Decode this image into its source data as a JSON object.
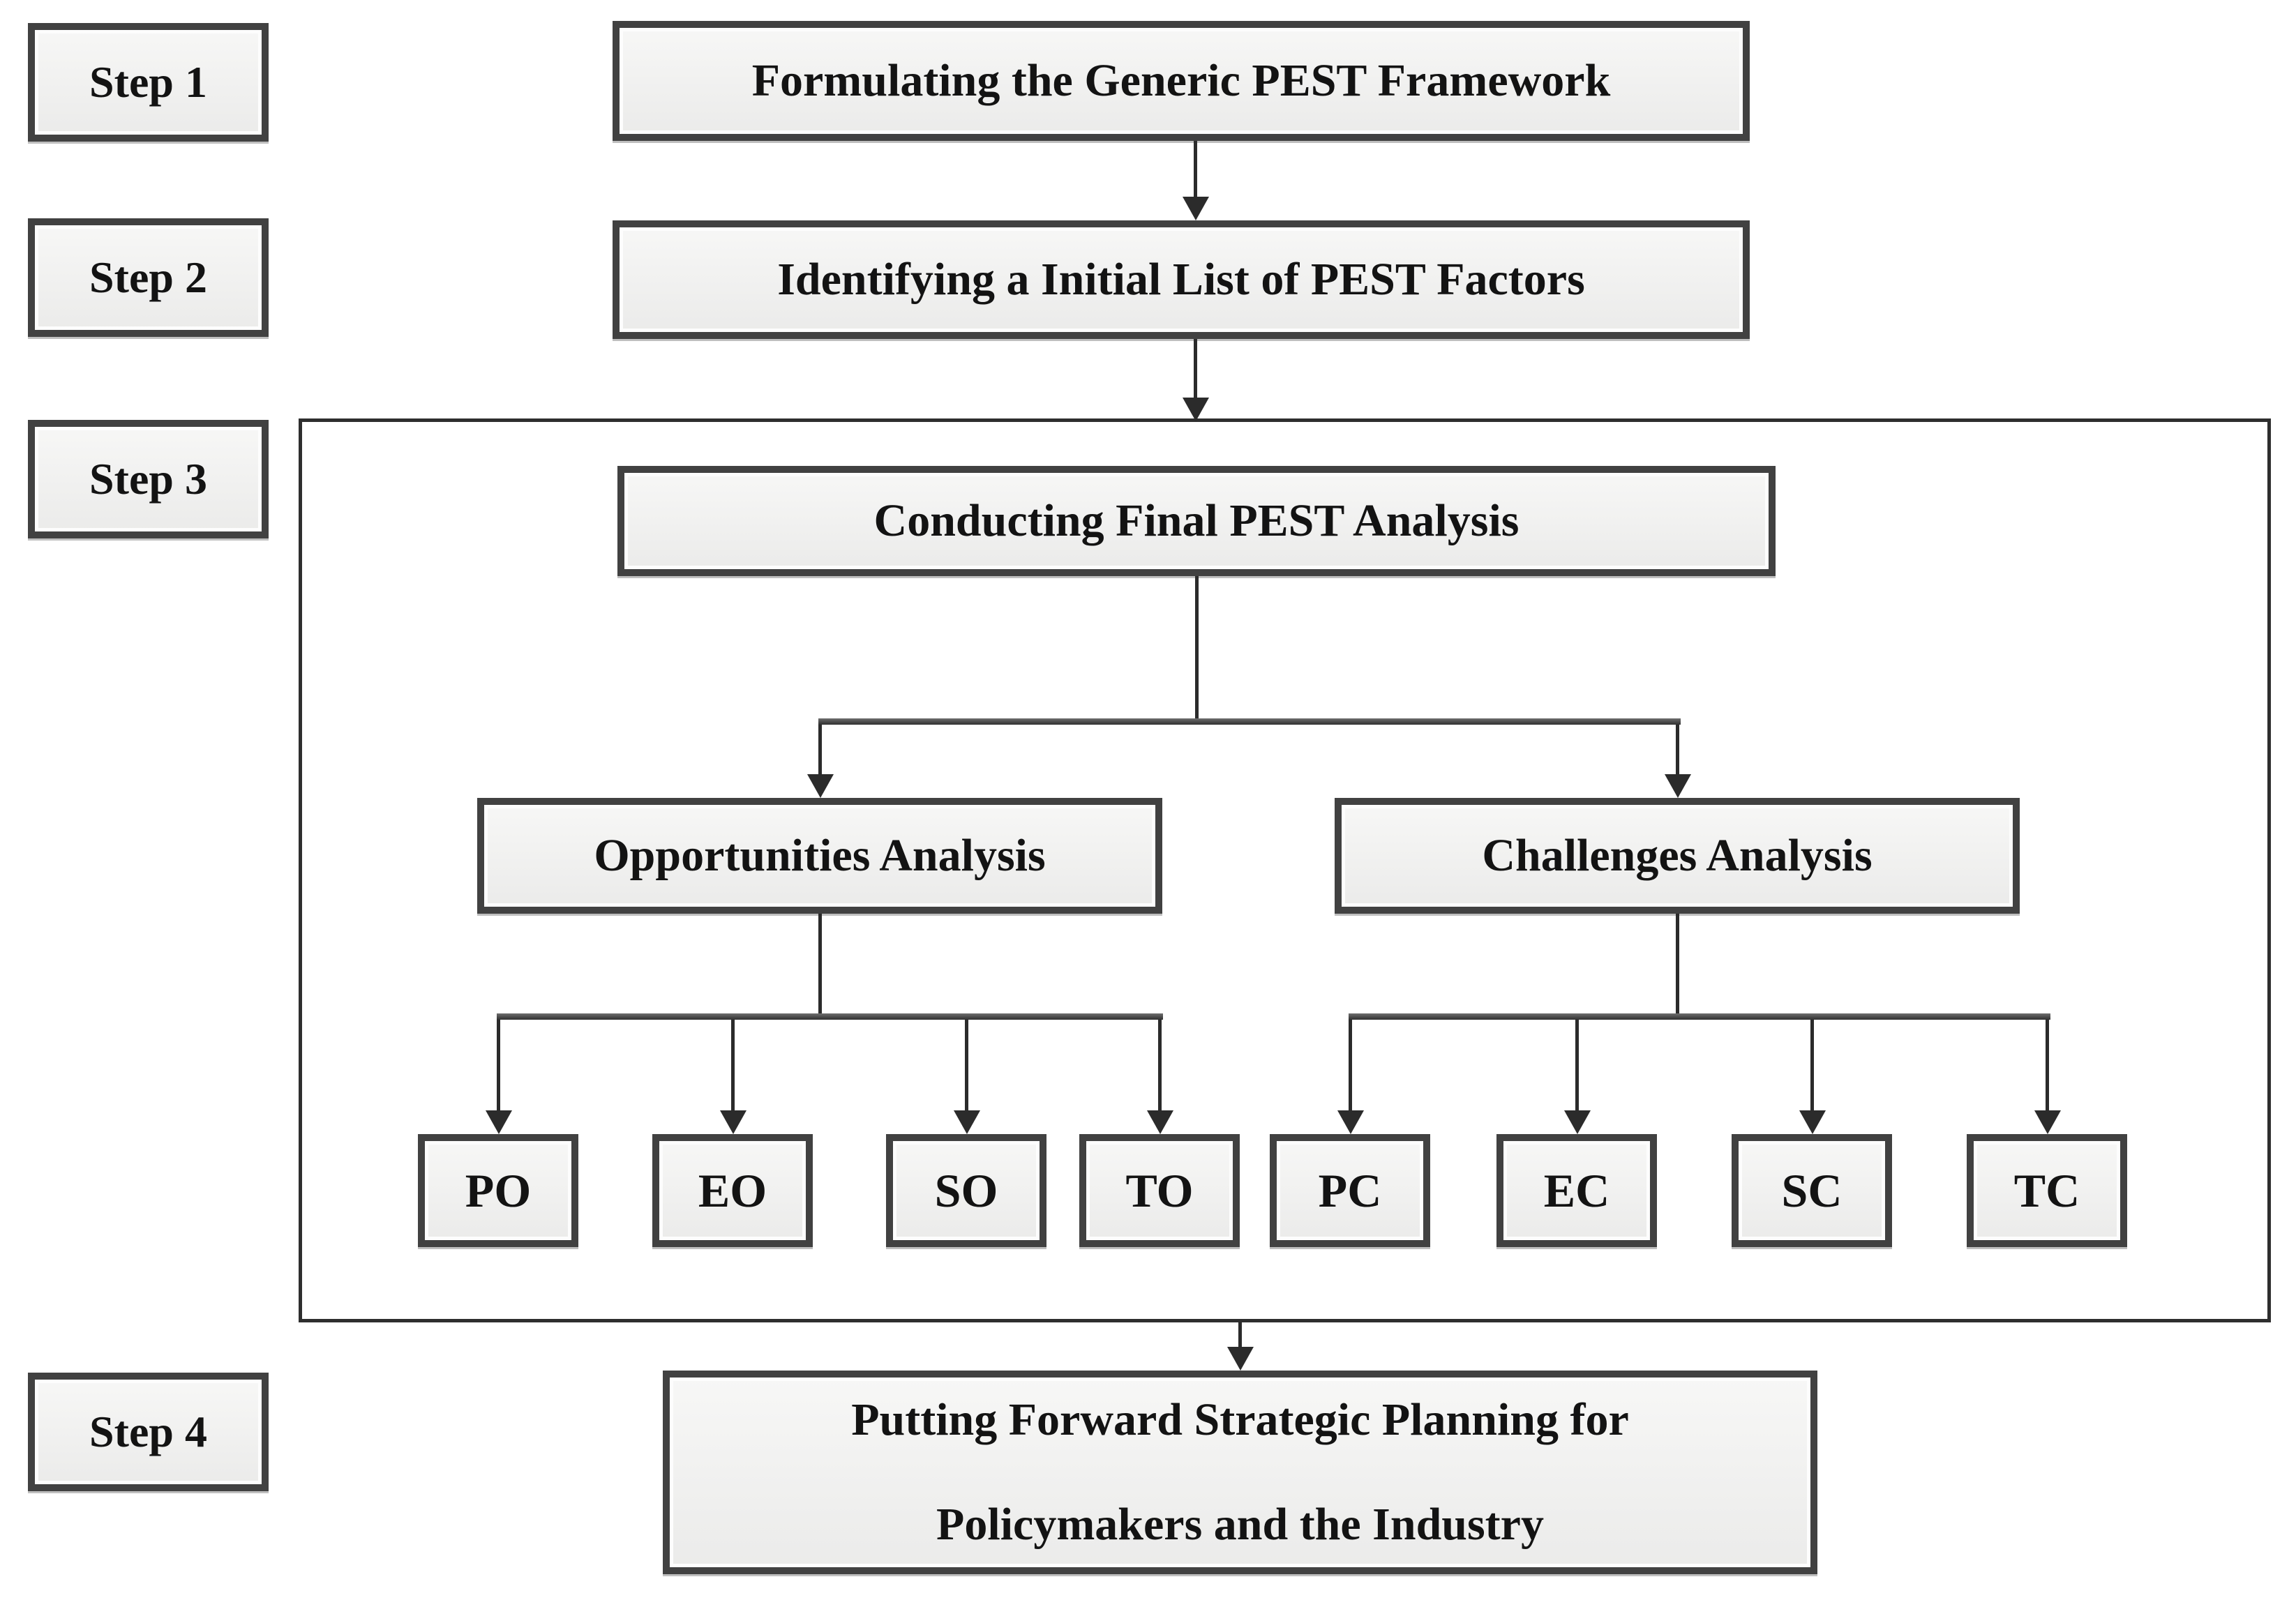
{
  "flowchart": {
    "title": "PEST framework four-step flowchart",
    "steps": [
      {
        "label": "Step 1"
      },
      {
        "label": "Step 2"
      },
      {
        "label": "Step 3"
      },
      {
        "label": "Step 4"
      }
    ],
    "nodes": {
      "formulate": {
        "label": "Formulating the Generic PEST Framework"
      },
      "identify": {
        "label": "Identifying a Initial List of PEST Factors"
      },
      "conduct": {
        "label": "Conducting Final PEST Analysis"
      },
      "opportunities": {
        "label": "Opportunities Analysis"
      },
      "challenges": {
        "label": "Challenges Analysis"
      },
      "strategic": {
        "line1": "Putting Forward Strategic Planning for",
        "line2": "Policymakers and the Industry",
        "label": "Putting Forward Strategic Planning for Policymakers and the Industry"
      }
    },
    "opportunity_leaves": [
      {
        "label": "PO"
      },
      {
        "label": "EO"
      },
      {
        "label": "SO"
      },
      {
        "label": "TO"
      }
    ],
    "challenge_leaves": [
      {
        "label": "PC"
      },
      {
        "label": "EC"
      },
      {
        "label": "SC"
      },
      {
        "label": "TC"
      }
    ],
    "colors": {
      "box_fill": "#f1f1f1",
      "box_border": "#414141",
      "line": "#2b2b2b",
      "background": "#ffffff"
    }
  }
}
